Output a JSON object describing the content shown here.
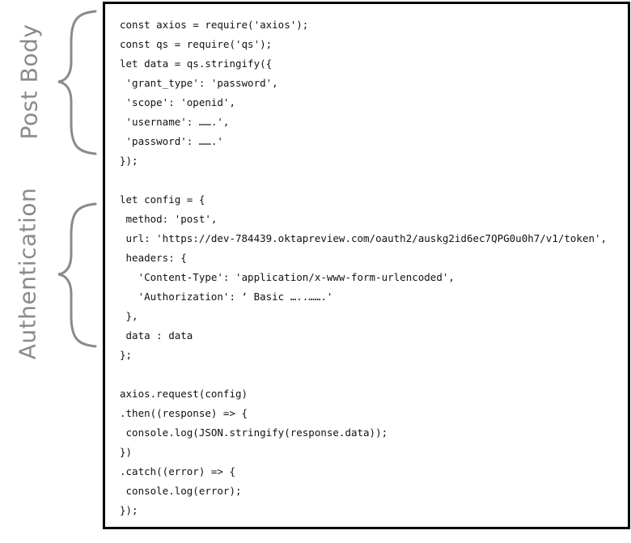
{
  "labels": {
    "post_body": "Post Body",
    "authentication": "Authentication"
  },
  "colors": {
    "label": "#8a8a8a",
    "brace": "#8a8a8a",
    "border": "#000000",
    "code_text": "#111111"
  },
  "code": [
    "const axios = require('axios');",
    "const qs = require('qs');",
    "let data = qs.stringify({",
    " 'grant_type': 'password',",
    " 'scope': 'openid',",
    " 'username': …….',",
    " 'password': …….'",
    "});",
    "",
    "let config = {",
    " method: 'post',",
    " url: 'https://dev-784439.oktapreview.com/oauth2/auskg2id6ec7QPG0u0h7/v1/token',",
    " headers: {",
    "   'Content-Type': 'application/x-www-form-urlencoded',",
    "   'Authorization': ‘ Basic …..…….'",
    " },",
    " data : data",
    "};",
    "",
    "axios.request(config)",
    ".then((response) => {",
    " console.log(JSON.stringify(response.data));",
    "})",
    ".catch((error) => {",
    " console.log(error);",
    "});"
  ]
}
